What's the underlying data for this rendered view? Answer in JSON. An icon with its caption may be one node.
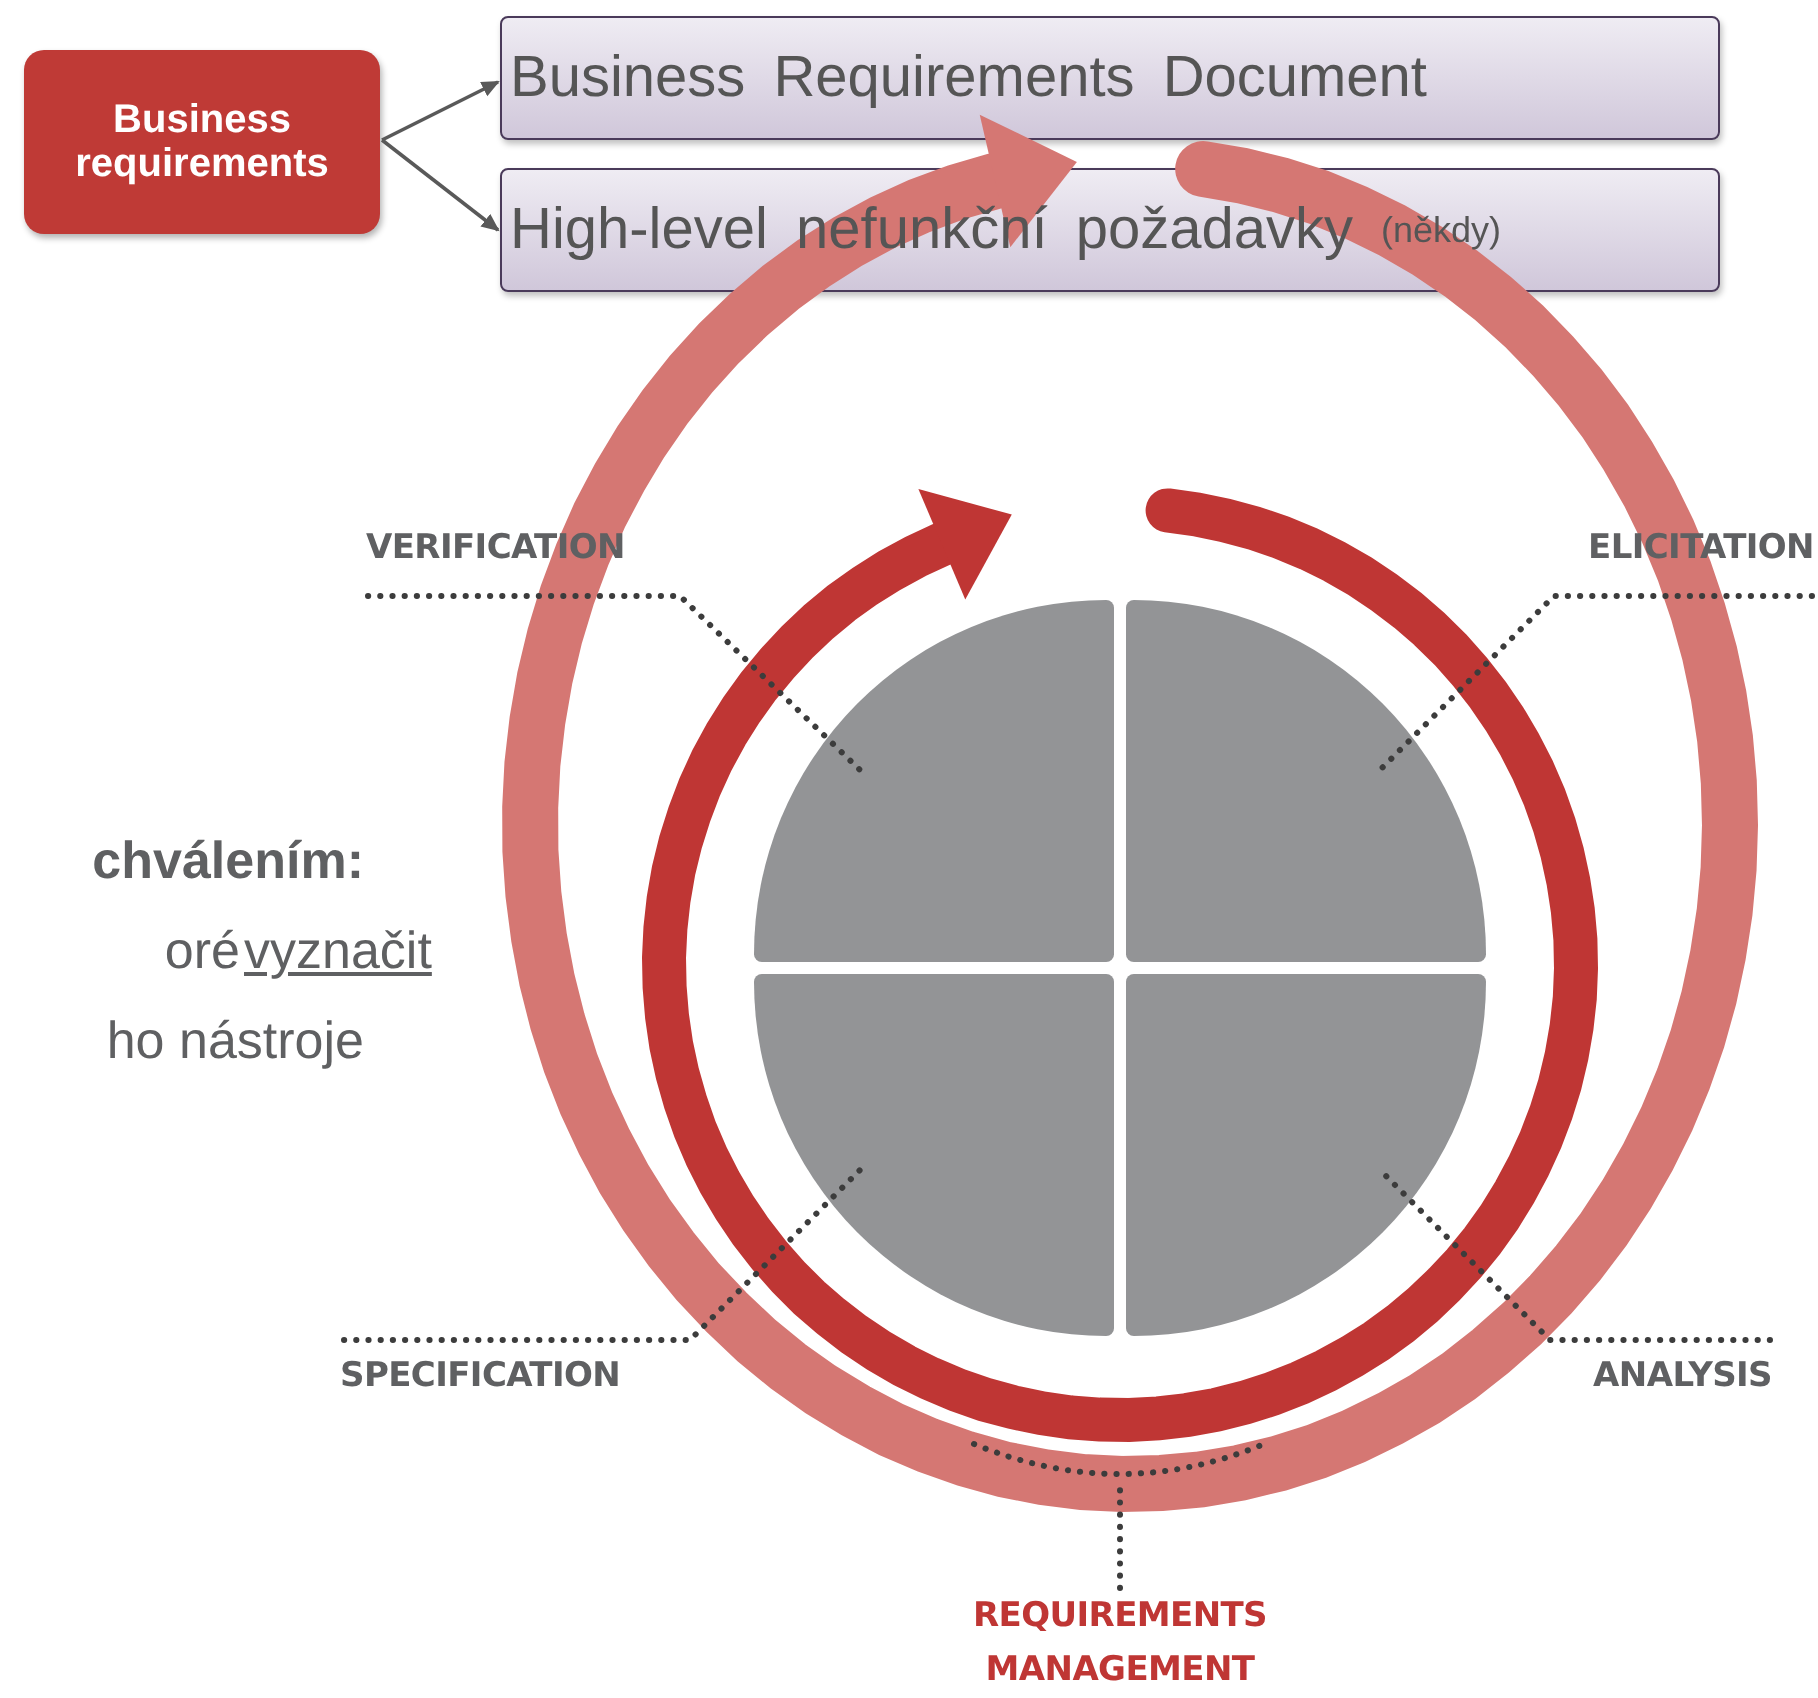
{
  "diagram": {
    "nodes": [
      {
        "text": [
          "Business requirements"
        ]
      },
      {
        "text": [
          "Business Requirements Document"
        ]
      },
      {
        "text": [
          "High-level nefunkční požadavky",
          "(někdy)"
        ]
      },
      {
        "text": [
          "VERIFICATION"
        ]
      },
      {
        "text": [
          "ELICITATION"
        ]
      },
      {
        "text": [],
        "shape": "sector"
      },
      {
        "text": [],
        "shape": "sector"
      },
      {
        "text": [],
        "shape": "sector"
      },
      {
        "text": [],
        "shape": "sector"
      },
      {
        "text": [
          "SPECIFICATION"
        ]
      },
      {
        "text": [
          "ANALYSIS"
        ]
      },
      {
        "text": [
          "REQUIREMENTS MANAGEMENT"
        ]
      }
    ],
    "edges": [
      {
        "from": 0,
        "to": 1,
        "arrow": "to"
      },
      {
        "from": 0,
        "to": 2,
        "arrow": "to"
      },
      {
        "from": 3,
        "to": 5,
        "arrow": "none",
        "style": "dashed"
      },
      {
        "from": 4,
        "to": 6,
        "arrow": "none",
        "style": "dashed"
      },
      {
        "from": 9,
        "to": 7,
        "arrow": "none",
        "style": "dashed"
      },
      {
        "from": 10,
        "to": 8,
        "arrow": "none",
        "style": "dashed"
      },
      {
        "from": 11,
        "to": null,
        "arrow": "none",
        "style": "dashed"
      }
    ],
    "labels": [
      "chválením:",
      "oré",
      "vyznačit",
      "ho nástroje"
    ]
  }
}
